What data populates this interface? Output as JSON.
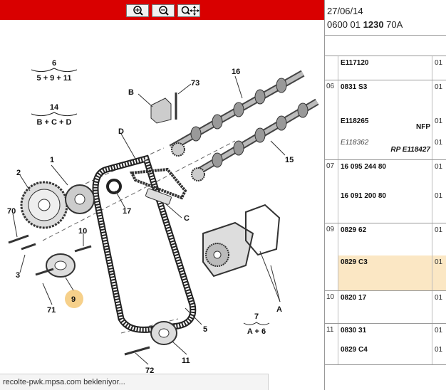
{
  "toolbar": {
    "zoom_in": "zoom-in-icon",
    "zoom_out": "zoom-out-icon",
    "zoom_pan": "zoom-pan-icon"
  },
  "diagram": {
    "callouts": {
      "c1": "1",
      "c2": "2",
      "c3": "3",
      "c5": "5",
      "c9": "9",
      "c10": "10",
      "c11": "11",
      "c15": "15",
      "c16": "16",
      "c17": "17",
      "c70": "70",
      "c71": "71",
      "c72": "72",
      "c73": "73",
      "cA": "A",
      "cB": "B",
      "cC": "C",
      "cD": "D"
    },
    "sets": [
      {
        "num": "6",
        "formula": "5 + 9 + 11"
      },
      {
        "num": "14",
        "formula": "B + C + D"
      },
      {
        "num": "7",
        "formula": "A + 6"
      }
    ],
    "highlight": "#f6d08a"
  },
  "status_text": "recolte-pwk.mpsa.com bekleniyor...",
  "reference": {
    "date": "27/06/14",
    "code_a": "0600 01",
    "code_b": "1230",
    "code_c": "70A",
    "groups": [
      {
        "id": "",
        "rows": [
          {
            "ref": "E117120",
            "qty": "01",
            "h": 33
          }
        ]
      },
      {
        "id": "06",
        "rows": [
          {
            "ref": "0831 S3",
            "qty": "01",
            "h": 48
          },
          {
            "ref": "E118265",
            "qty": "01",
            "extra": "NFP",
            "h": 30
          },
          {
            "ref": "E118362",
            "qty": "01",
            "alt": true,
            "extra": "RP E118427",
            "h": 33
          }
        ]
      },
      {
        "id": "07",
        "rows": [
          {
            "ref": "16 095 244 80",
            "qty": "01",
            "h": 41
          },
          {
            "ref": "16 091 200 80",
            "qty": "01",
            "h": 47
          }
        ]
      },
      {
        "id": "09",
        "rows": [
          {
            "ref": "0829 62",
            "qty": "01",
            "h": 45
          },
          {
            "ref": "0829 C3",
            "qty": "01",
            "h": 49,
            "selected": true
          }
        ]
      },
      {
        "id": "10",
        "rows": [
          {
            "ref": "0820 17",
            "qty": "01",
            "h": 45
          }
        ]
      },
      {
        "id": "11",
        "rows": [
          {
            "ref": "0830 31",
            "qty": "01",
            "h": 27
          },
          {
            "ref": "0829 C4",
            "qty": "01",
            "h": 30
          }
        ]
      }
    ],
    "selected_bg": "#fbe7c4"
  }
}
